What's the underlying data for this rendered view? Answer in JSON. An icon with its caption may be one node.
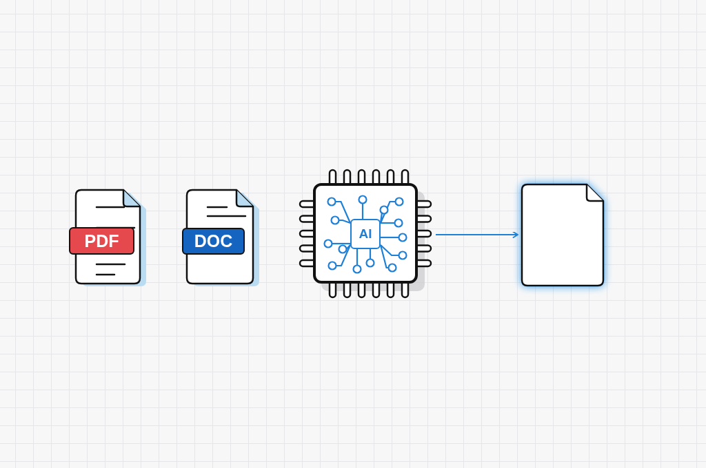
{
  "diagram": {
    "nodes": [
      {
        "text": [
          "PDF"
        ]
      },
      {
        "text": [
          "DOC"
        ]
      },
      {
        "text": [
          "AI"
        ]
      },
      {
        "text": [],
        "shape": "document"
      }
    ],
    "edges": [
      {
        "from": 2,
        "to": 3,
        "arrow": "to"
      }
    ]
  }
}
